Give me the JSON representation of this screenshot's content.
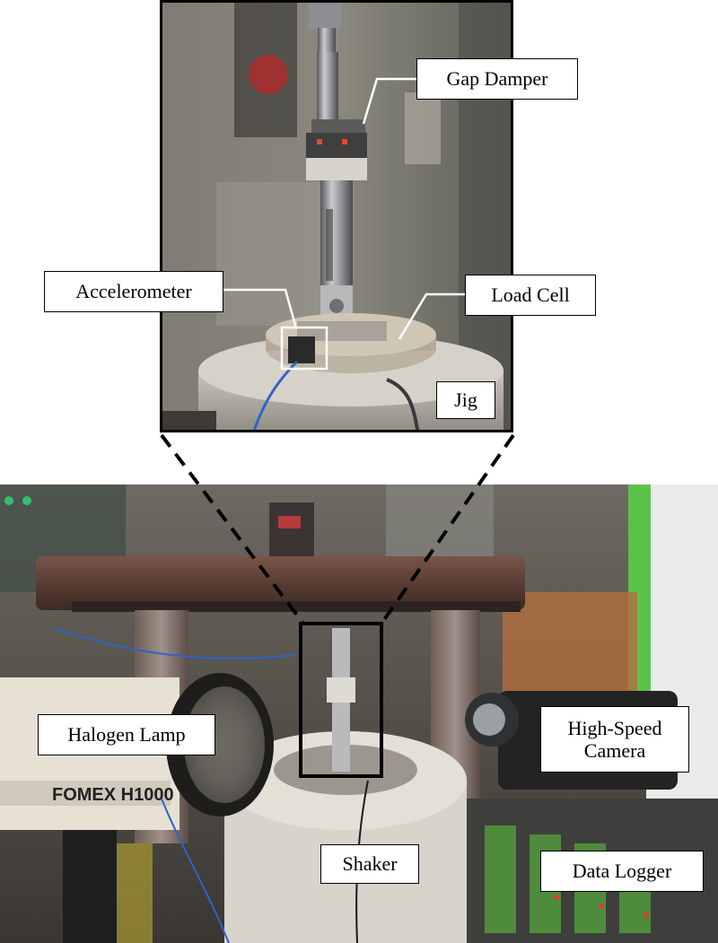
{
  "labels": {
    "gap_damper": "Gap Damper",
    "accelerometer": "Accelerometer",
    "load_cell": "Load Cell",
    "jig": "Jig",
    "halogen_lamp": "Halogen Lamp",
    "high_speed_camera": "High-Speed\nCamera",
    "shaker": "Shaker",
    "data_logger": "Data Logger"
  },
  "photo_text": {
    "lamp_brand": "FOMEX H1000"
  },
  "colors": {
    "frame": "#000000",
    "label_background": "#ffffff",
    "label_text": "#000000"
  }
}
